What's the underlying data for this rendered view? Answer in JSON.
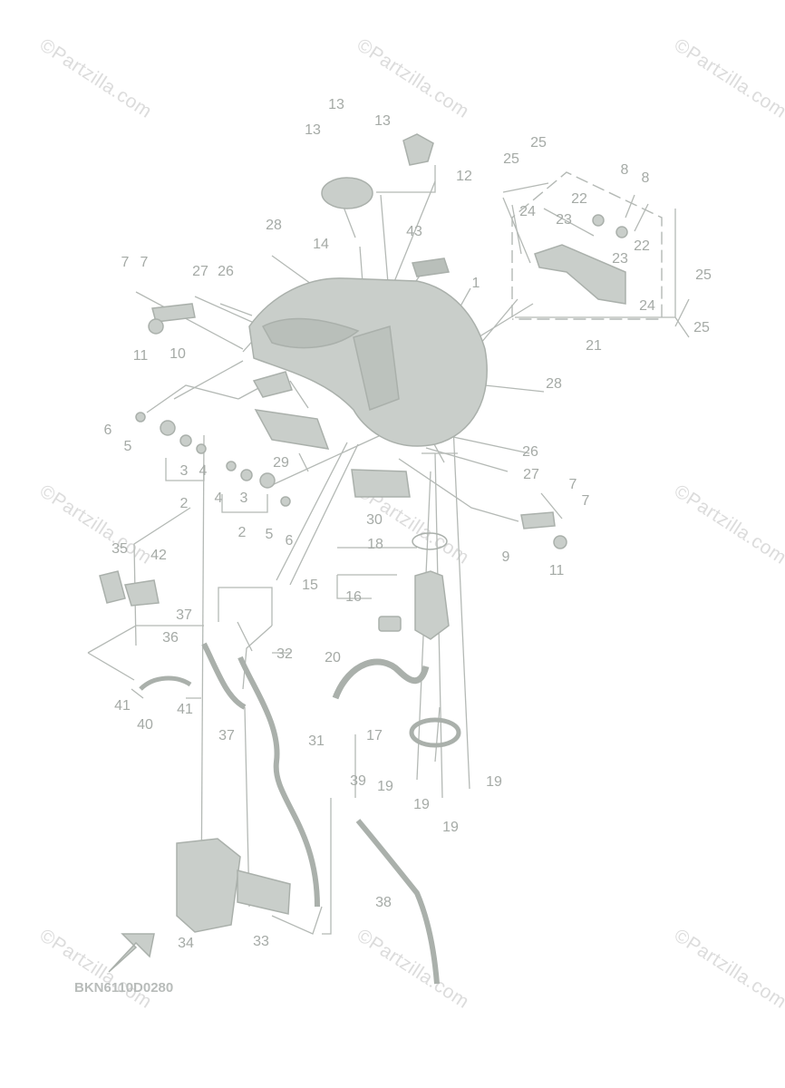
{
  "watermark": "©Partzilla.com",
  "diagram_code": "BKN6110D0280",
  "callouts": [
    "1",
    "2",
    "2",
    "3",
    "3",
    "4",
    "4",
    "5",
    "5",
    "6",
    "6",
    "7",
    "7",
    "7",
    "7",
    "8",
    "8",
    "9",
    "10",
    "11",
    "11",
    "12",
    "13",
    "13",
    "13",
    "14",
    "15",
    "16",
    "17",
    "18",
    "19",
    "19",
    "19",
    "19",
    "20",
    "21",
    "22",
    "22",
    "23",
    "23",
    "24",
    "24",
    "25",
    "25",
    "25",
    "25",
    "26",
    "26",
    "27",
    "27",
    "28",
    "28",
    "29",
    "30",
    "31",
    "32",
    "33",
    "34",
    "35",
    "36",
    "37",
    "37",
    "38",
    "39",
    "40",
    "41",
    "41",
    "42",
    "43"
  ],
  "colors": {
    "part_fill": "#c9ceca",
    "part_stroke": "#aab0ab",
    "leader": "#b4b9b5",
    "label": "#a5aaa6",
    "watermark": "#dcdcdc"
  }
}
